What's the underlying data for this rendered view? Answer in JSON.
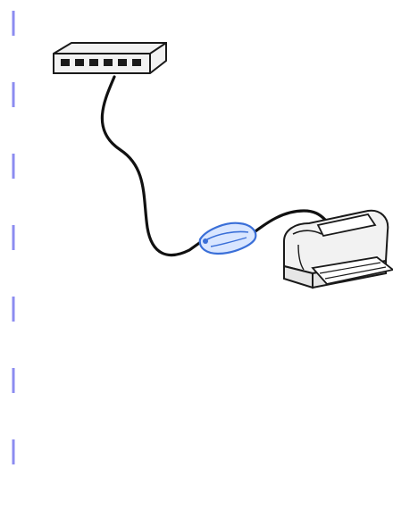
{
  "diagram": {
    "components": [
      {
        "id": "network-switch",
        "icon": "network-switch-icon",
        "ports": 6
      },
      {
        "id": "print-server",
        "icon": "print-server-icon",
        "accent": "#3a6fd8"
      },
      {
        "id": "printer",
        "icon": "inkjet-printer-icon"
      }
    ],
    "connections": [
      {
        "from": "network-switch",
        "to": "print-server",
        "type": "network-cable"
      },
      {
        "from": "print-server",
        "to": "printer",
        "type": "printer-cable"
      }
    ],
    "divider": {
      "style": "dashed",
      "color": "#8c8cf0"
    }
  },
  "colors": {
    "outline": "#1a1a1a",
    "background": "#ffffff",
    "device_body": "#f2f2f2",
    "accent_blue": "#3a6fd8",
    "divider_blue": "#8c8cf0"
  }
}
